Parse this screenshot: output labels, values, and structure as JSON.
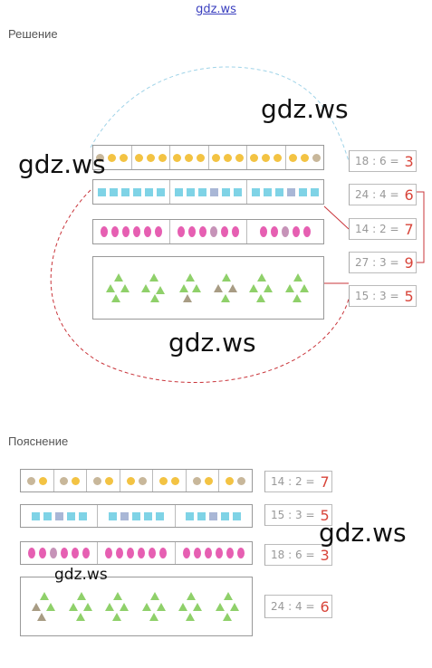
{
  "site_link": "gdz.ws",
  "headings": {
    "solution": "Решение",
    "explanation": "Пояснение"
  },
  "watermark": "gdz.ws",
  "solution": {
    "equations": [
      {
        "dividend": "18",
        "op": ":",
        "divisor": "6",
        "eq": "=",
        "answer": "3"
      },
      {
        "dividend": "24",
        "op": ":",
        "divisor": "4",
        "eq": "=",
        "answer": "6"
      },
      {
        "dividend": "14",
        "op": ":",
        "divisor": "2",
        "eq": "=",
        "answer": "7"
      },
      {
        "dividend": "27",
        "op": ":",
        "divisor": "3",
        "eq": "=",
        "answer": "9"
      },
      {
        "dividend": "15",
        "op": ":",
        "divisor": "3",
        "eq": "=",
        "answer": "5"
      }
    ]
  },
  "explanation": {
    "equations": [
      {
        "dividend": "14",
        "op": ":",
        "divisor": "2",
        "eq": "=",
        "answer": "7"
      },
      {
        "dividend": "15",
        "op": ":",
        "divisor": "3",
        "eq": "=",
        "answer": "5"
      },
      {
        "dividend": "18",
        "op": ":",
        "divisor": "6",
        "eq": "=",
        "answer": "3"
      },
      {
        "dividend": "24",
        "op": ":",
        "divisor": "4",
        "eq": "=",
        "answer": "6"
      }
    ]
  },
  "colors": {
    "answer": "#d8453a",
    "dot": "#f3c343",
    "square": "#7fd3e6",
    "oval": "#e65fb2",
    "triangle": "#8fd06a",
    "dashed_red": "#c9343a",
    "dashed_blue": "#9fd3e8"
  }
}
